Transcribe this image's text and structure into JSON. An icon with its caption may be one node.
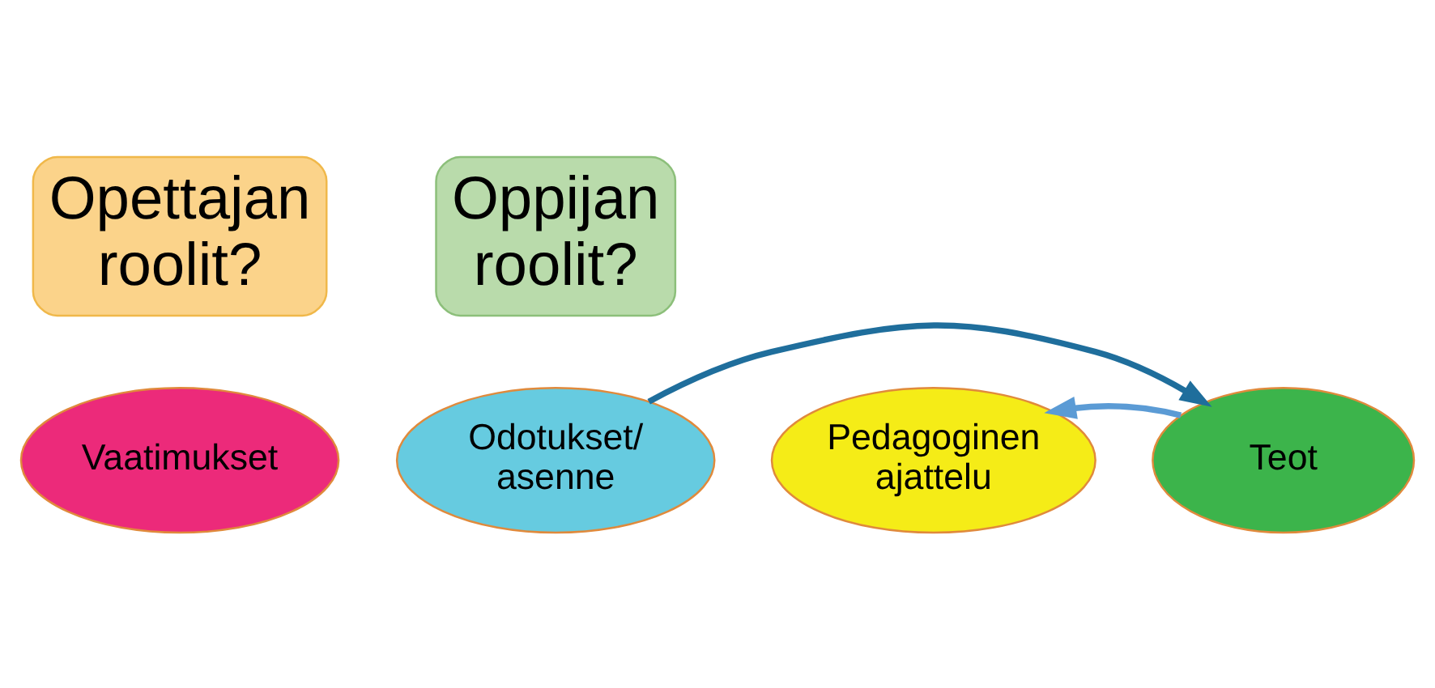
{
  "diagram": {
    "nodes": [
      {
        "text": [
          "Opettajan roolit?"
        ]
      },
      {
        "text": [
          "Oppijan roolit?"
        ]
      },
      {
        "text": [
          "Odotukset/ asenne"
        ]
      },
      {
        "text": [
          "Vaatimukset"
        ]
      },
      {
        "text": [
          "Pedagoginen ajattelu"
        ]
      },
      {
        "text": [
          "Teot"
        ]
      }
    ],
    "edges": [
      {
        "from": 2,
        "to": 5,
        "arrow": "to",
        "color": "#1f6e9c"
      },
      {
        "from": 5,
        "to": 4,
        "arrow": "to",
        "color": "#5b9bd5"
      }
    ]
  }
}
